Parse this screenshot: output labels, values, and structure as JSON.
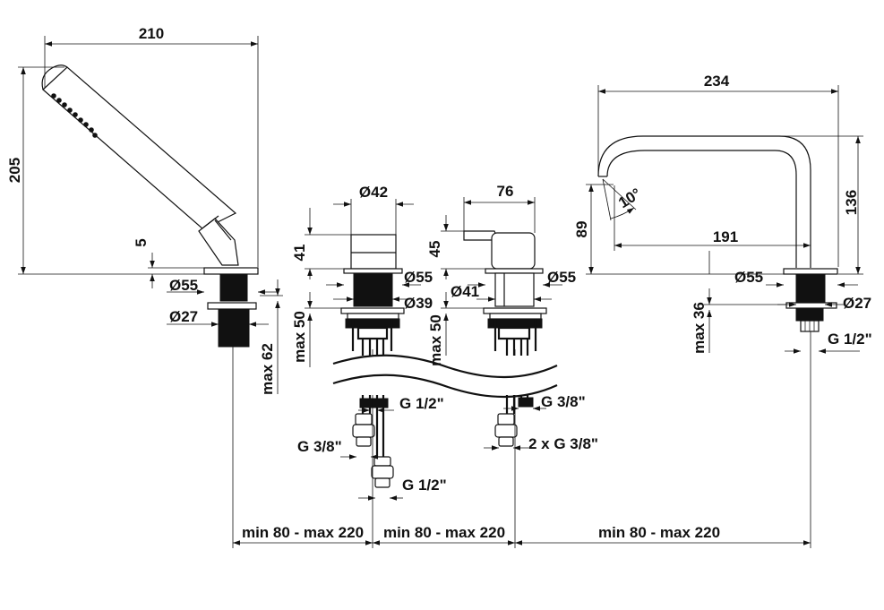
{
  "labels": {
    "shower_width": "210",
    "shower_height": "205",
    "shower_flange_thickness": "5",
    "shower_flange_dia": "Ø55",
    "shower_shank_dia": "Ø27",
    "shower_max_deck": "max 62",
    "mixer1_top_dia": "Ø42",
    "mixer1_height": "41",
    "mixer1_flange_dia": "Ø55",
    "mixer1_shank_dia": "Ø39",
    "mixer1_max_deck": "max 50",
    "mixer1_g_half_top": "G 1/2\"",
    "mixer1_g_three_eighths": "G 3/8\"",
    "mixer1_g_half_bottom": "G 1/2\"",
    "mixer2_width": "76",
    "mixer2_height": "45",
    "mixer2_shank_dia": "Ø41",
    "mixer2_flange_dia": "Ø55",
    "mixer2_max_deck": "max 50",
    "mixer2_g_three_eighths": "G 3/8\"",
    "mixer2_two_g_three_eighths": "2 x G 3/8\"",
    "spout_reach": "234",
    "spout_height": "136",
    "spout_outlet_height": "89",
    "spout_angle": "10°",
    "spout_inner_reach": "191",
    "spout_flange_dia": "Ø55",
    "spout_shank_dia": "Ø27",
    "spout_max_deck": "max 36",
    "spout_g_half": "G 1/2\"",
    "spacing_1": "min 80 - max 220",
    "spacing_2": "min 80 - max 220",
    "spacing_3": "min 80 - max 220"
  }
}
